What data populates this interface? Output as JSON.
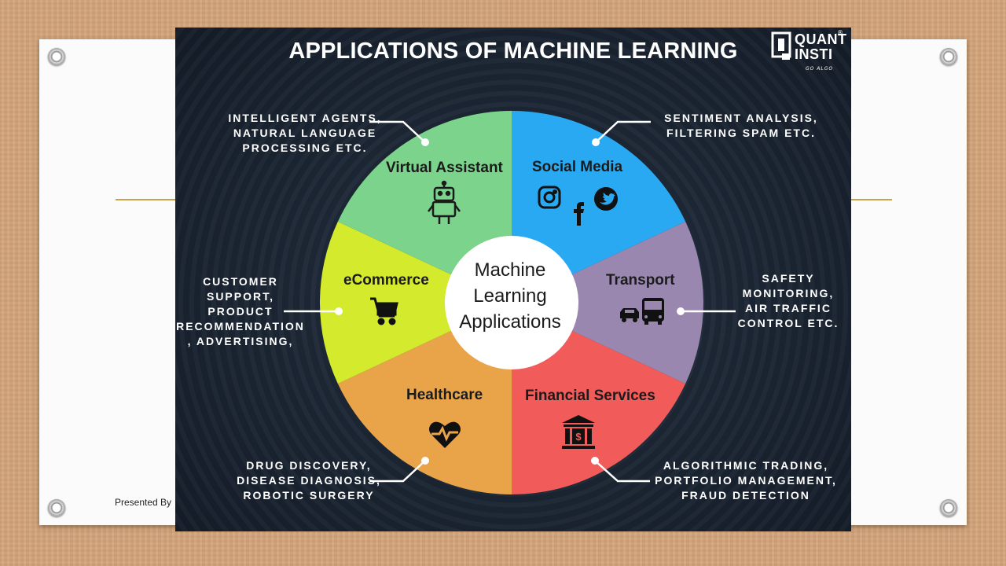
{
  "infographic": {
    "title": "APPLICATIONS OF MACHINE LEARNING",
    "logo": {
      "line1": "QUANT",
      "line2": "INSTI",
      "tagline": "GO ALGO",
      "reg": "®"
    },
    "center": {
      "line1": "Machine",
      "line2": "Learning",
      "line3": "Applications"
    },
    "segments": [
      {
        "label": "Virtual Assistant",
        "color": "#7bd38c",
        "icon": "robot-icon",
        "description": [
          "INTELLIGENT AGENTS,",
          "NATURAL LANGUAGE",
          "PROCESSING ETC."
        ]
      },
      {
        "label": "Social Media",
        "color": "#2aa9f3",
        "icon": "social-media-icons",
        "description": [
          "SENTIMENT ANALYSIS,",
          "FILTERING SPAM ETC."
        ]
      },
      {
        "label": "Transport",
        "color": "#9a87b0",
        "icon": "vehicles-icon",
        "description": [
          "SAFETY",
          "MONITORING,",
          "AIR TRAFFIC",
          "CONTROL ETC."
        ]
      },
      {
        "label": "Financial Services",
        "color": "#f15b59",
        "icon": "bank-icon",
        "description": [
          "ALGORITHMIC TRADING,",
          "PORTFOLIO MANAGEMENT,",
          "FRAUD DETECTION"
        ]
      },
      {
        "label": "Healthcare",
        "color": "#e9a44a",
        "icon": "heart-icon",
        "description": [
          "DRUG DISCOVERY,",
          "DISEASE DIAGNOSIS,",
          "ROBOTIC SURGERY"
        ]
      },
      {
        "label": "eCommerce",
        "color": "#d4ea2c",
        "icon": "cart-icon",
        "description": [
          "CUSTOMER",
          "SUPPORT,",
          "PRODUCT",
          "RECOMMENDATION",
          ", ADVERTISING,"
        ]
      }
    ]
  },
  "slide": {
    "presented_by": "Presented By"
  }
}
